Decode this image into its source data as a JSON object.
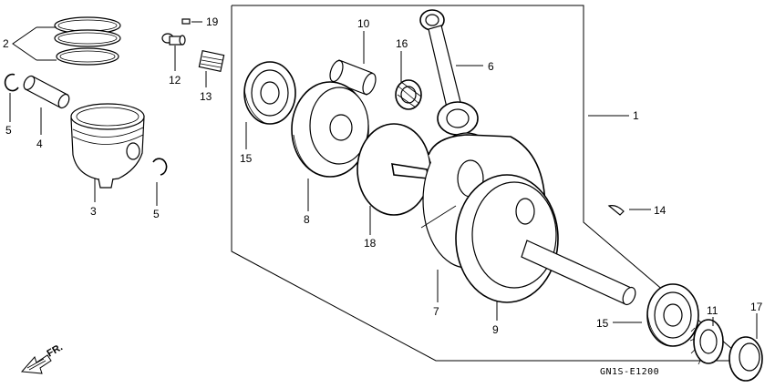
{
  "callouts": {
    "c1": "1",
    "c2": "2",
    "c3": "3",
    "c4": "4",
    "c5a": "5",
    "c5b": "5",
    "c6": "6",
    "c7": "7",
    "c8": "8",
    "c9": "9",
    "c10": "10",
    "c11": "11",
    "c12": "12",
    "c13": "13",
    "c14": "14",
    "c15a": "15",
    "c15b": "15",
    "c16": "16",
    "c17": "17",
    "c18": "18",
    "c19": "19"
  },
  "diagram_code": "GN1S-E1200",
  "front_label": "FR."
}
